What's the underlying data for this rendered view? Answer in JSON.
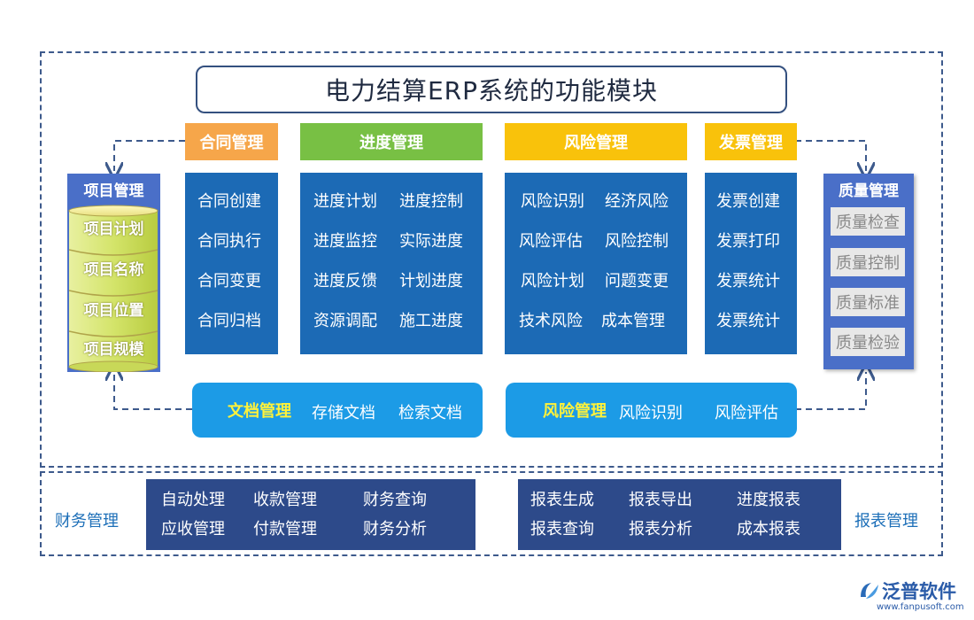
{
  "title": "电力结算ERP系统的功能模块",
  "colors": {
    "accent_blue": "#1c6ab5",
    "header_orange": "#f6a64a",
    "header_green": "#78c044",
    "header_yellow": "#f9c20b",
    "pill_blue": "#1c9be6",
    "dark_blue": "#2d4a8a",
    "highlight_yellow": "#fff23a"
  },
  "project": {
    "header": "项目管理",
    "items": [
      "项目计划",
      "项目名称",
      "项目位置",
      "项目规模"
    ]
  },
  "contract": {
    "header": "合同管理",
    "items": [
      "合同创建",
      "合同执行",
      "合同变更",
      "合同归档"
    ]
  },
  "progress": {
    "header": "进度管理",
    "items": [
      "进度计划",
      "进度控制",
      "进度监控",
      "实际进度",
      "进度反馈",
      "计划进度",
      "资源调配",
      "施工进度"
    ]
  },
  "risk": {
    "header": "风险管理",
    "items": [
      "风险识别",
      "经济风险",
      "风险评估",
      "风险控制",
      "风险计划",
      "问题变更",
      "技术风险",
      "成本管理"
    ]
  },
  "invoice": {
    "header": "发票管理",
    "items": [
      "发票创建",
      "发票打印",
      "发票统计",
      "发票统计"
    ]
  },
  "quality": {
    "header": "质量管理",
    "items": [
      "质量检查",
      "质量控制",
      "质量标准",
      "质量检验"
    ]
  },
  "docs": {
    "label": "文档管理",
    "items": [
      "存储文档",
      "检索文档"
    ]
  },
  "risk2": {
    "label": "风险管理",
    "items": [
      "风险识别",
      "风险评估"
    ]
  },
  "finance": {
    "label": "财务管理",
    "items": [
      "自动处理",
      "收款管理",
      "财务查询",
      "应收管理",
      "付款管理",
      "财务分析"
    ]
  },
  "report": {
    "label": "报表管理",
    "items": [
      "报表生成",
      "报表导出",
      "进度报表",
      "报表查询",
      "报表分析",
      "成本报表"
    ]
  },
  "logo": {
    "name": "泛普软件",
    "url": "www.fanpusoft.com"
  }
}
